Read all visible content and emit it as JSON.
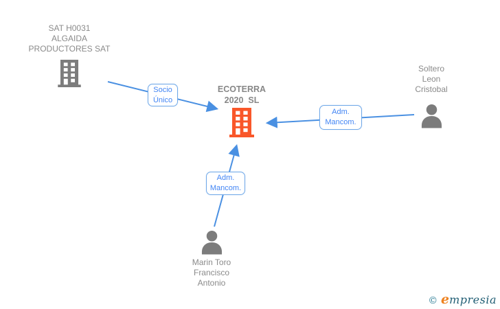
{
  "diagram": {
    "nodes": [
      {
        "kind": "company",
        "label": "SAT H0031\nALGAIDA\nPRODUCTORES SAT",
        "highlight": false
      },
      {
        "kind": "company",
        "label": "ECOTERRA\n2020  SL",
        "highlight": true
      },
      {
        "kind": "person",
        "label": "Soltero\nLeon\nCristobal",
        "highlight": false
      },
      {
        "kind": "person",
        "label": "Marin Toro\nFrancisco\nAntonio",
        "highlight": false
      }
    ],
    "edges": [
      {
        "from": "SAT H0031 ALGAIDA PRODUCTORES SAT",
        "to": "ECOTERRA 2020 SL",
        "label": "Socio\nÚnico"
      },
      {
        "from": "Soltero Leon Cristobal",
        "to": "ECOTERRA 2020 SL",
        "label": "Adm.\nMancom."
      },
      {
        "from": "Marin Toro Francisco Antonio",
        "to": "ECOTERRA 2020 SL",
        "label": "Adm.\nMancom."
      }
    ]
  },
  "branding": {
    "copyright_symbol": "©",
    "logo_initial": "e",
    "logo_rest": "mpresia"
  },
  "colors": {
    "edge_blue": "#4a90e2",
    "edge_label_text": "#4285f4",
    "edge_label_border": "#6fa8e8",
    "node_icon_gray": "#7c7c7c",
    "node_text_gray": "#8a8a8a",
    "highlight_orange": "#f9572a",
    "logo_teal": "#215e74",
    "logo_orange": "#ee8220"
  }
}
